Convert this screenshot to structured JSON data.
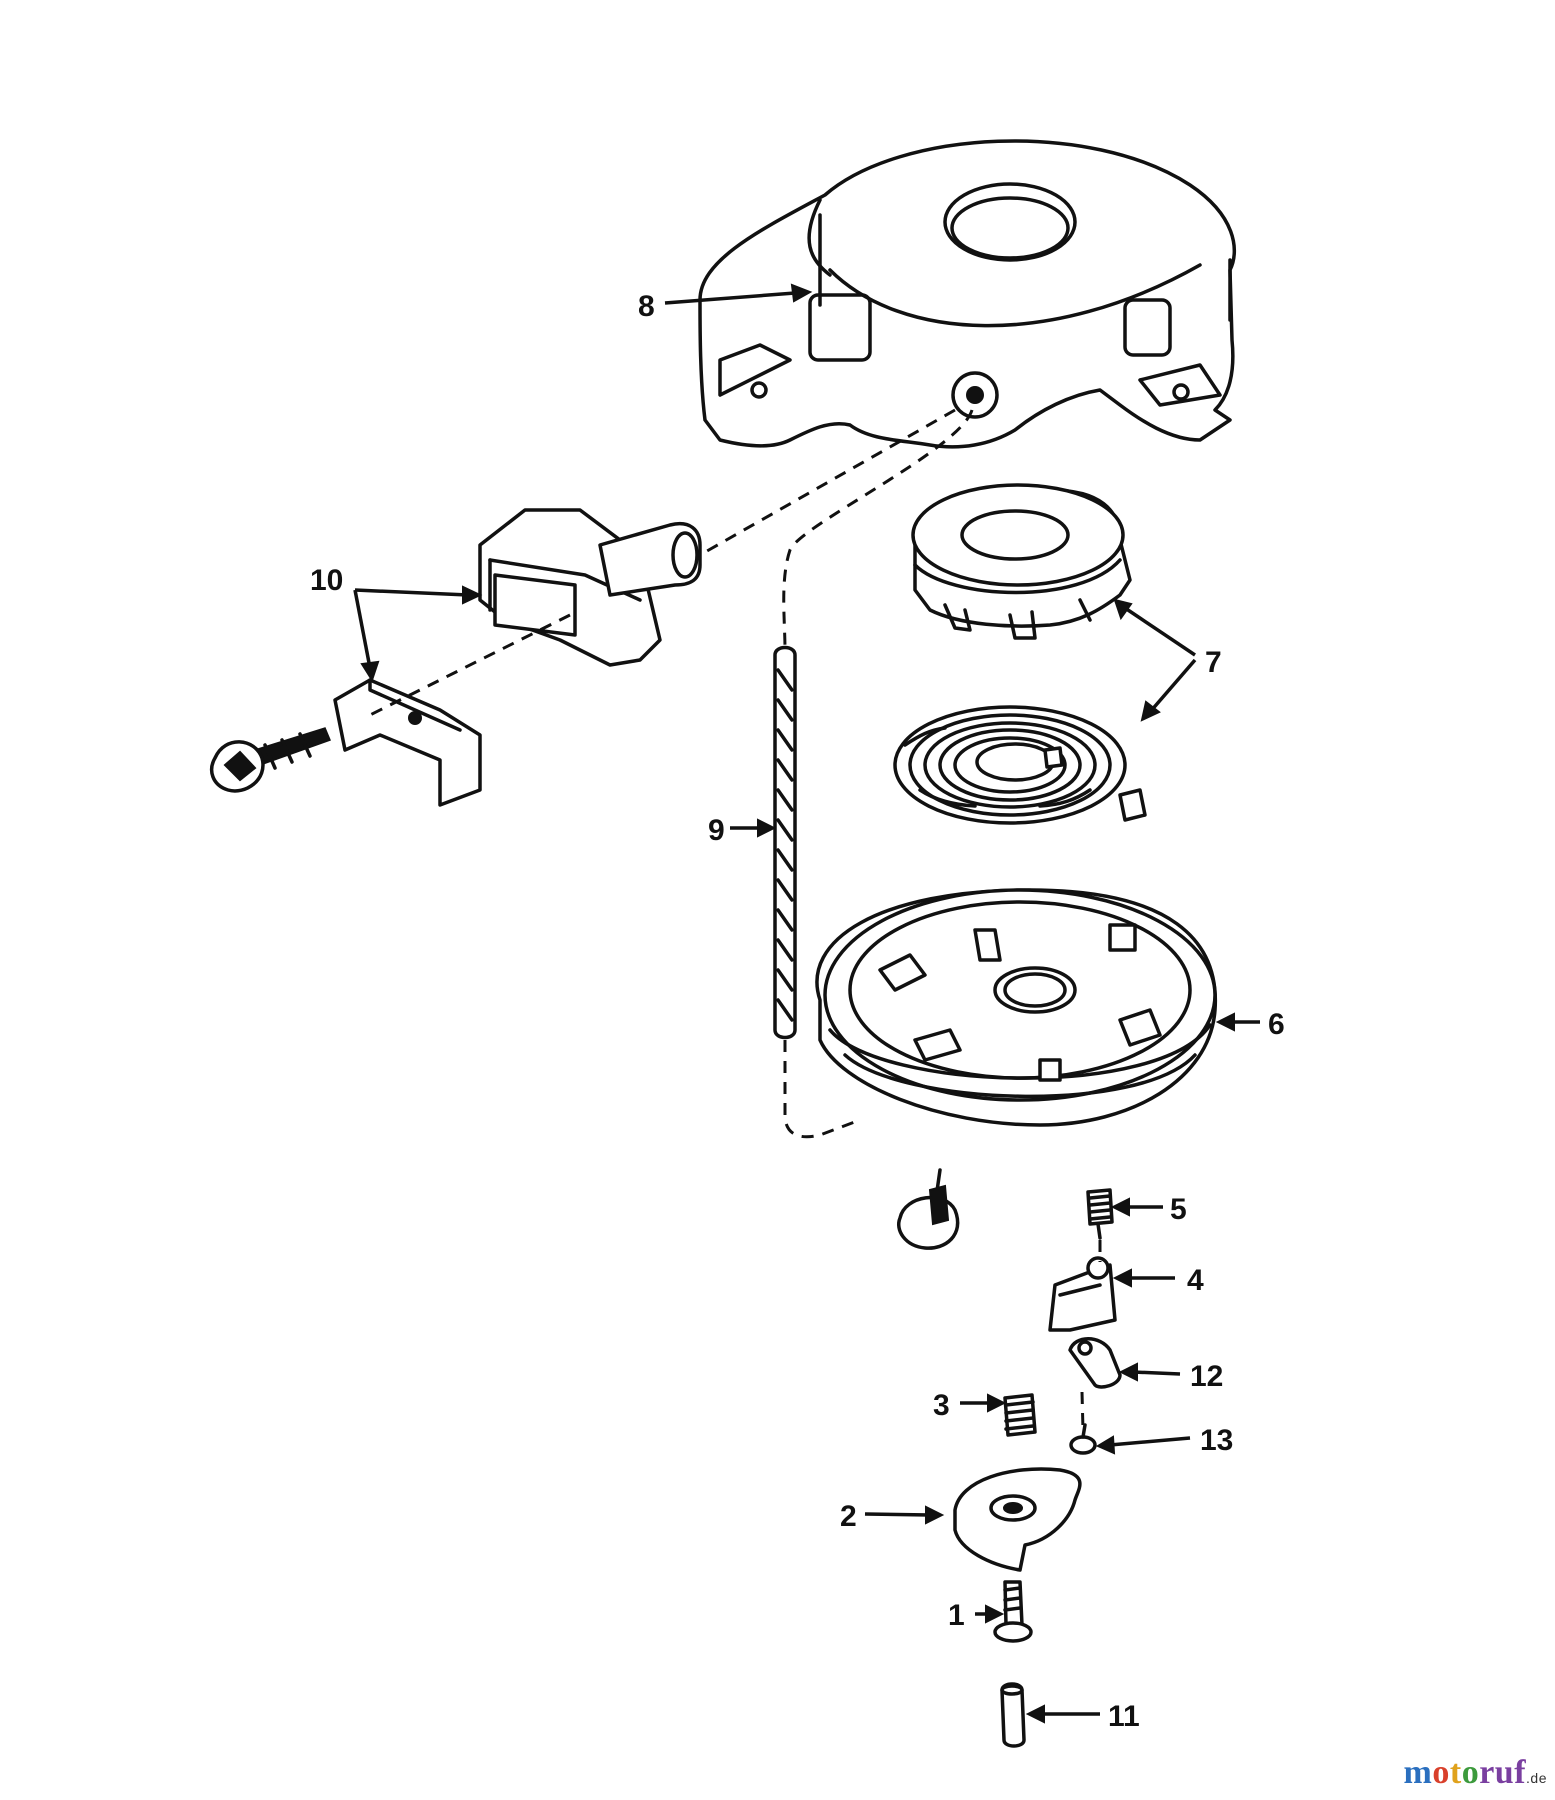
{
  "callouts": [
    {
      "id": "1",
      "label": "1"
    },
    {
      "id": "2",
      "label": "2"
    },
    {
      "id": "3",
      "label": "3"
    },
    {
      "id": "4",
      "label": "4"
    },
    {
      "id": "5",
      "label": "5"
    },
    {
      "id": "6",
      "label": "6"
    },
    {
      "id": "7",
      "label": "7"
    },
    {
      "id": "8",
      "label": "8"
    },
    {
      "id": "9",
      "label": "9"
    },
    {
      "id": "10",
      "label": "10"
    },
    {
      "id": "11",
      "label": "11"
    },
    {
      "id": "12",
      "label": "12"
    },
    {
      "id": "13",
      "label": "13"
    }
  ],
  "watermark": {
    "parts": [
      "m",
      "o",
      "t",
      "o",
      "ruf"
    ],
    "tld": ".de"
  }
}
